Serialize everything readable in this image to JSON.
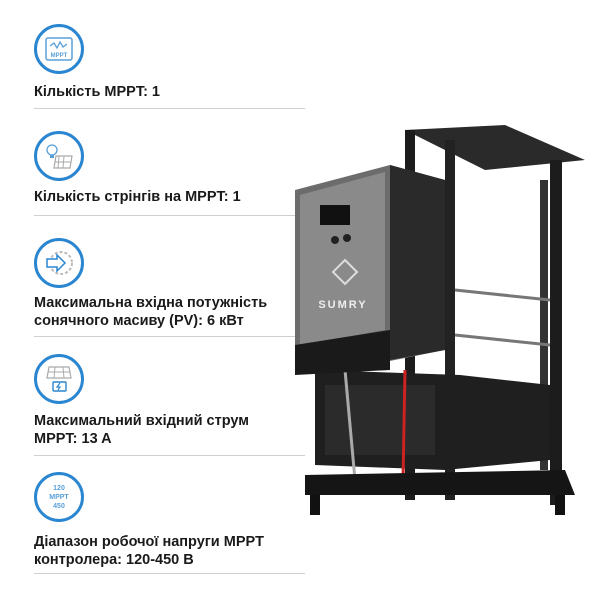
{
  "features": [
    {
      "icon": "mppt-monitor-icon",
      "icon_text": "MPPT",
      "lines": [
        "Кількість MPPT: 1"
      ]
    },
    {
      "icon": "bulb-solar-panel-icon",
      "lines": [
        "Кількість стрінгів на MPPT: 1"
      ]
    },
    {
      "icon": "arrow-gear-icon",
      "lines": [
        "Максимальна вхідна потужність",
        "сонячного масиву (PV): 6 кВт"
      ]
    },
    {
      "icon": "solar-panel-battery-icon",
      "lines": [
        "Максимальний вхідний струм",
        "MPPT: 13 A"
      ]
    },
    {
      "icon": "voltage-range-icon",
      "icon_top": "120",
      "icon_mid": "MPPT",
      "icon_bottom": "450",
      "lines": [
        "Діапазон робочої напруги MPPT",
        "контролера: 120-450 В"
      ]
    }
  ],
  "product": {
    "brand": "SUMRY"
  },
  "colors": {
    "accent": "#2a86d0"
  }
}
